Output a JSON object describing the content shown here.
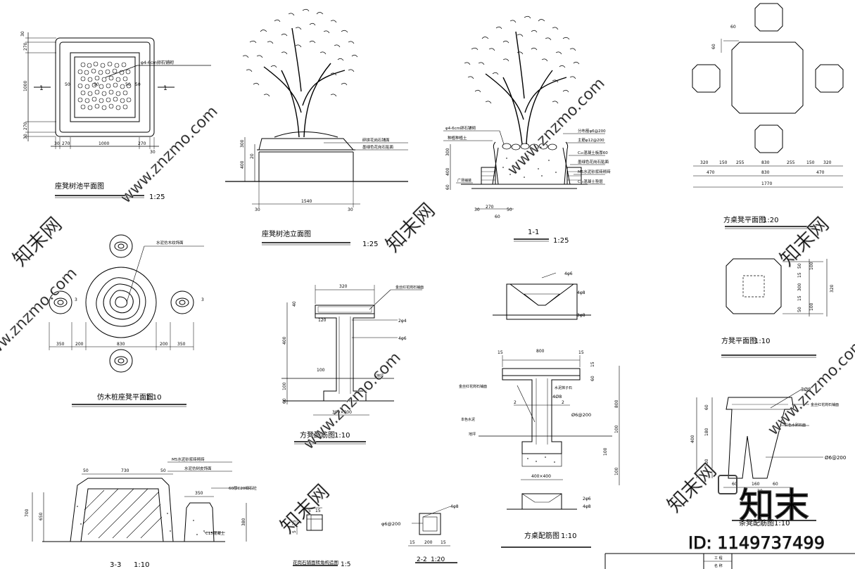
{
  "drawings": {
    "seat_pit_plan": {
      "title": "座凳树池平面图",
      "scale": "1:25",
      "dims_left": [
        "30",
        "270",
        "1000",
        "270",
        "30"
      ],
      "dims_bottom": [
        "30",
        "270",
        "1000",
        "270",
        "30"
      ],
      "inner": [
        "50",
        "50",
        "50",
        "50"
      ],
      "section_marks": [
        "1",
        "1"
      ],
      "pebble_note": "φ4-6cm卵石铺砌"
    },
    "seat_pit_elev": {
      "title": "座凳树池立面图",
      "scale": "1:25",
      "dims": [
        "300",
        "20",
        "400",
        "30",
        "1540",
        "30"
      ],
      "notes": [
        "碎拼花岗石铺面",
        "墨绿色花岗石贴面"
      ]
    },
    "section_1_1": {
      "title": "1-1",
      "scale": "1:25",
      "notes_left": [
        "φ4-6cm卵石铺砌",
        "种植种植土",
        "广场铺装"
      ],
      "notes_right": [
        "分布筋φ6@200",
        "主筋φ12@200",
        "C₂₅混凝土板厚60",
        "墨绿色花岗石贴面",
        "M5水泥砂浆砖砌砖",
        "C₁₅混凝土垫层"
      ],
      "dims_left": [
        "300",
        "400",
        "60"
      ],
      "dims_bottom": [
        "30",
        "270",
        "50",
        "60"
      ]
    },
    "table_stool_plan": {
      "title": "方桌凳平面图",
      "scale": "1:20",
      "dims_top": [
        "60",
        "60"
      ],
      "dims_row1": [
        "320",
        "150",
        "255",
        "830",
        "255",
        "150",
        "320"
      ],
      "dims_row2": [
        "470",
        "830",
        "470"
      ],
      "dims_total": "1770"
    },
    "stump_plan": {
      "title": "仿木桩座凳平面图",
      "scale": "1:10",
      "note": "水泥仿木纹饰面",
      "dims": [
        "350",
        "200",
        "830",
        "200",
        "350"
      ],
      "marks": [
        "3",
        "3"
      ]
    },
    "stool_rebar": {
      "title": "方凳配筋图",
      "scale": "1:10",
      "dims": [
        "320",
        "40",
        "120",
        "400",
        "100",
        "60",
        "100",
        "300×300"
      ],
      "notes": [
        "金丝红花岗石铺面",
        "2φ4",
        "4φ6",
        "地坪"
      ]
    },
    "table_rebar": {
      "title": "方桌配筋图",
      "scale": "1:10",
      "dims": [
        "15",
        "800",
        "15",
        "15",
        "60",
        "800",
        "100",
        "100",
        "100",
        "400×400"
      ],
      "notes": [
        "4φ6",
        "4φ8",
        "3φ8",
        "金丝红花岗石铺面",
        "水泥抹子石",
        "4Ø8",
        "Ø6@200",
        "本色水泥",
        "地坪",
        "2φ6",
        "4φ8"
      ],
      "marks": [
        "2",
        "2"
      ]
    },
    "stool_plan": {
      "title": "方凳平面图",
      "scale": "1:10",
      "dims": [
        "50",
        "100",
        "15",
        "300",
        "15",
        "50",
        "100",
        "320"
      ]
    },
    "section_3_3": {
      "title": "3-3",
      "scale": "1:10",
      "notes": [
        "M5水泥砂浆砖砌砖",
        "水泥仿树皮饰面",
        "60厚C20细石砼",
        "C15混凝土"
      ],
      "dims": [
        "50",
        "730",
        "50",
        "350",
        "700",
        "650",
        "380"
      ]
    },
    "stone_corner": {
      "title": "花岗石铺面转角构造图",
      "scale": "1:5",
      "dims": [
        "5",
        "15",
        "15",
        "5"
      ]
    },
    "section_2_2": {
      "title": "2-2",
      "scale": "1:20",
      "dims": [
        "15",
        "200",
        "15"
      ],
      "notes": [
        "φ6@200",
        "4φ8"
      ]
    },
    "bench_rebar": {
      "title": "条凳配筋图",
      "scale": "1:10",
      "dims": [
        "60",
        "180",
        "400",
        "160",
        "60",
        "160",
        "60",
        "20"
      ],
      "notes": [
        "3Ø8",
        "金丝红花岗石铺面",
        "彩色水刷石面",
        "Ø6@200"
      ]
    },
    "title_block": [
      "工 程",
      "名 称"
    ]
  },
  "watermark": {
    "text": "www.znzmo.com",
    "logo_text": "知末网",
    "logo_big": "知末",
    "id_label": "ID: 1149737499"
  }
}
